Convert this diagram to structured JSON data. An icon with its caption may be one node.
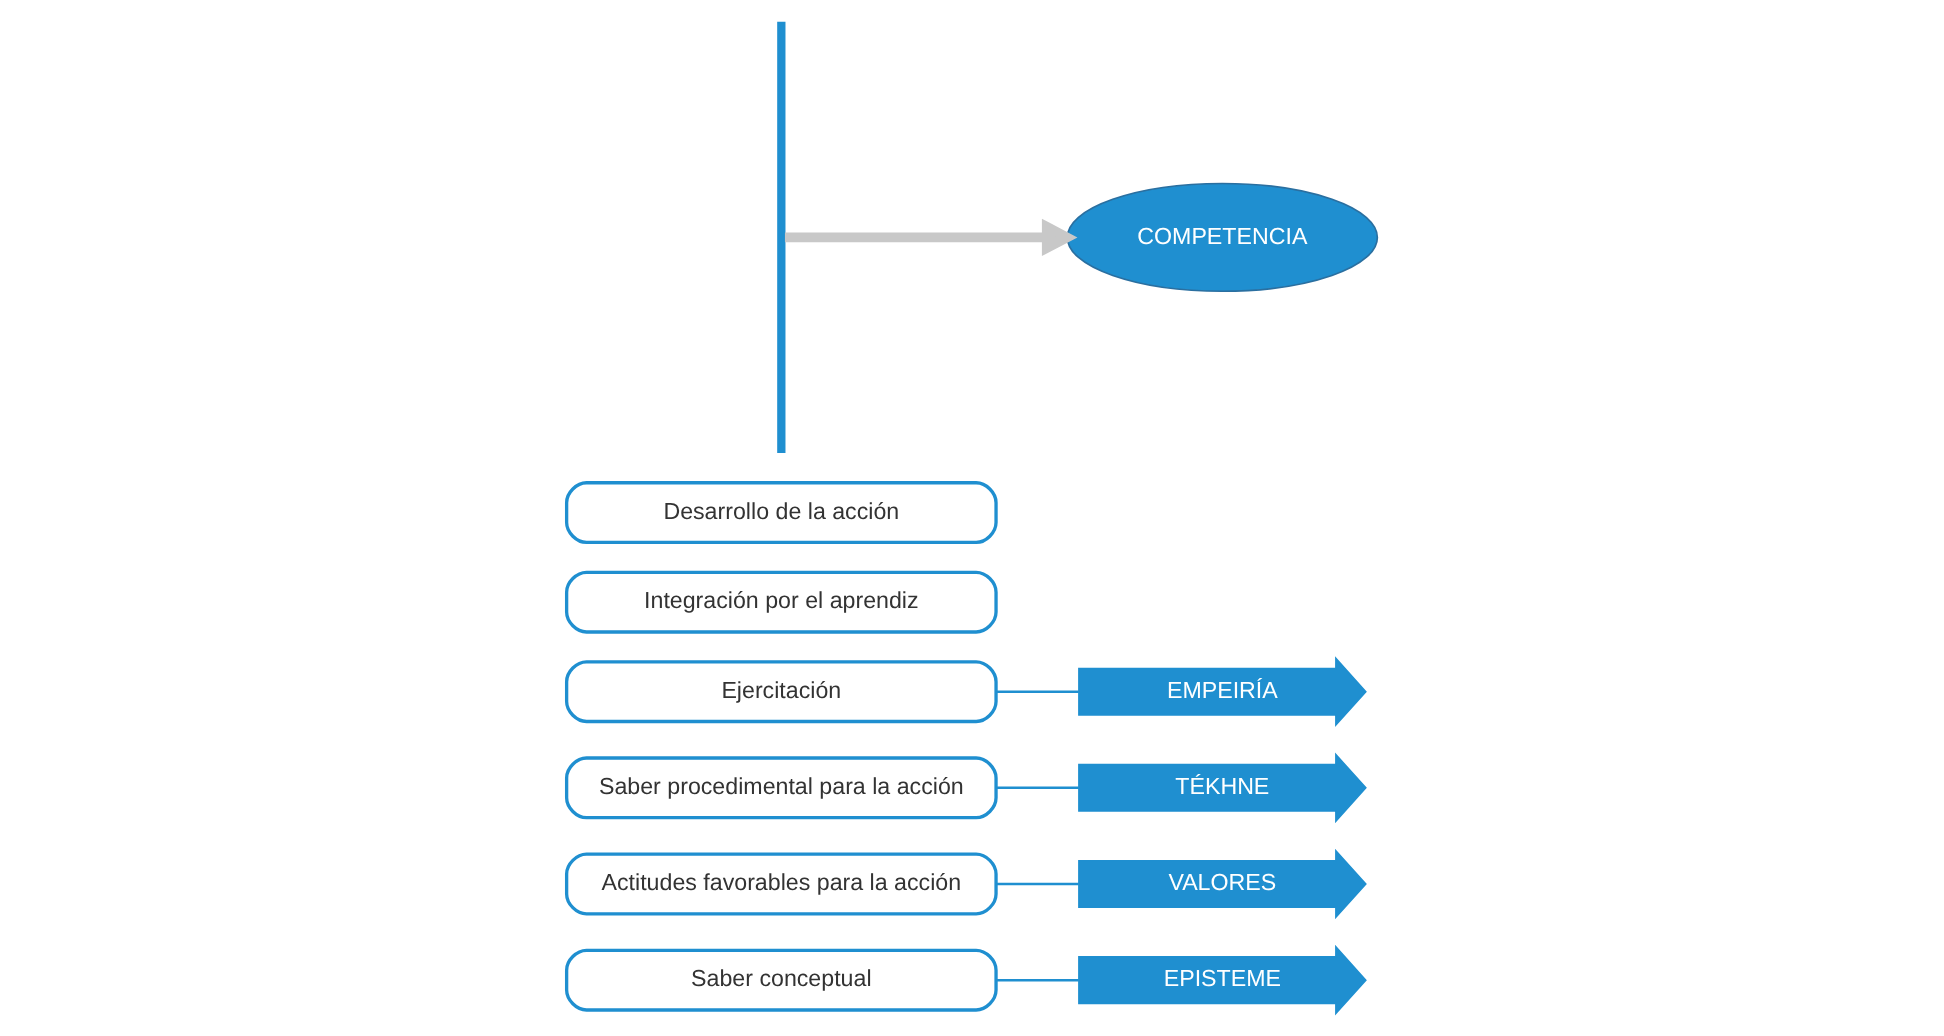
{
  "diagram": {
    "nodes": [
      {
        "text": [
          "Saber conceptual"
        ]
      },
      {
        "text": [
          "EPISTEME"
        ]
      },
      {
        "text": [
          "Actitudes favorables para la acción"
        ]
      },
      {
        "text": [
          "VALORES"
        ]
      },
      {
        "text": [
          "Saber procedimental para la acción"
        ]
      },
      {
        "text": [
          "TÉKHNE"
        ]
      },
      {
        "text": [
          "Ejercitación"
        ]
      },
      {
        "text": [
          "EMPEIRÍA"
        ]
      },
      {
        "text": [
          "Integración por el aprendiz"
        ]
      },
      {
        "text": [
          "Desarrollo de la acción"
        ]
      },
      {
        "text": [],
        "shape": "bracket"
      },
      {
        "text": [
          "COMPETENCIA"
        ]
      }
    ],
    "edges": [
      {
        "from": 0,
        "to": 1,
        "arrow": "none"
      },
      {
        "from": 2,
        "to": 3,
        "arrow": "none"
      },
      {
        "from": 4,
        "to": 5,
        "arrow": "none"
      },
      {
        "from": 6,
        "to": 7,
        "arrow": "none"
      },
      {
        "from": 10,
        "to": 11,
        "arrow": "to",
        "style": "thick",
        "color": "#c8c8c8"
      }
    ]
  }
}
